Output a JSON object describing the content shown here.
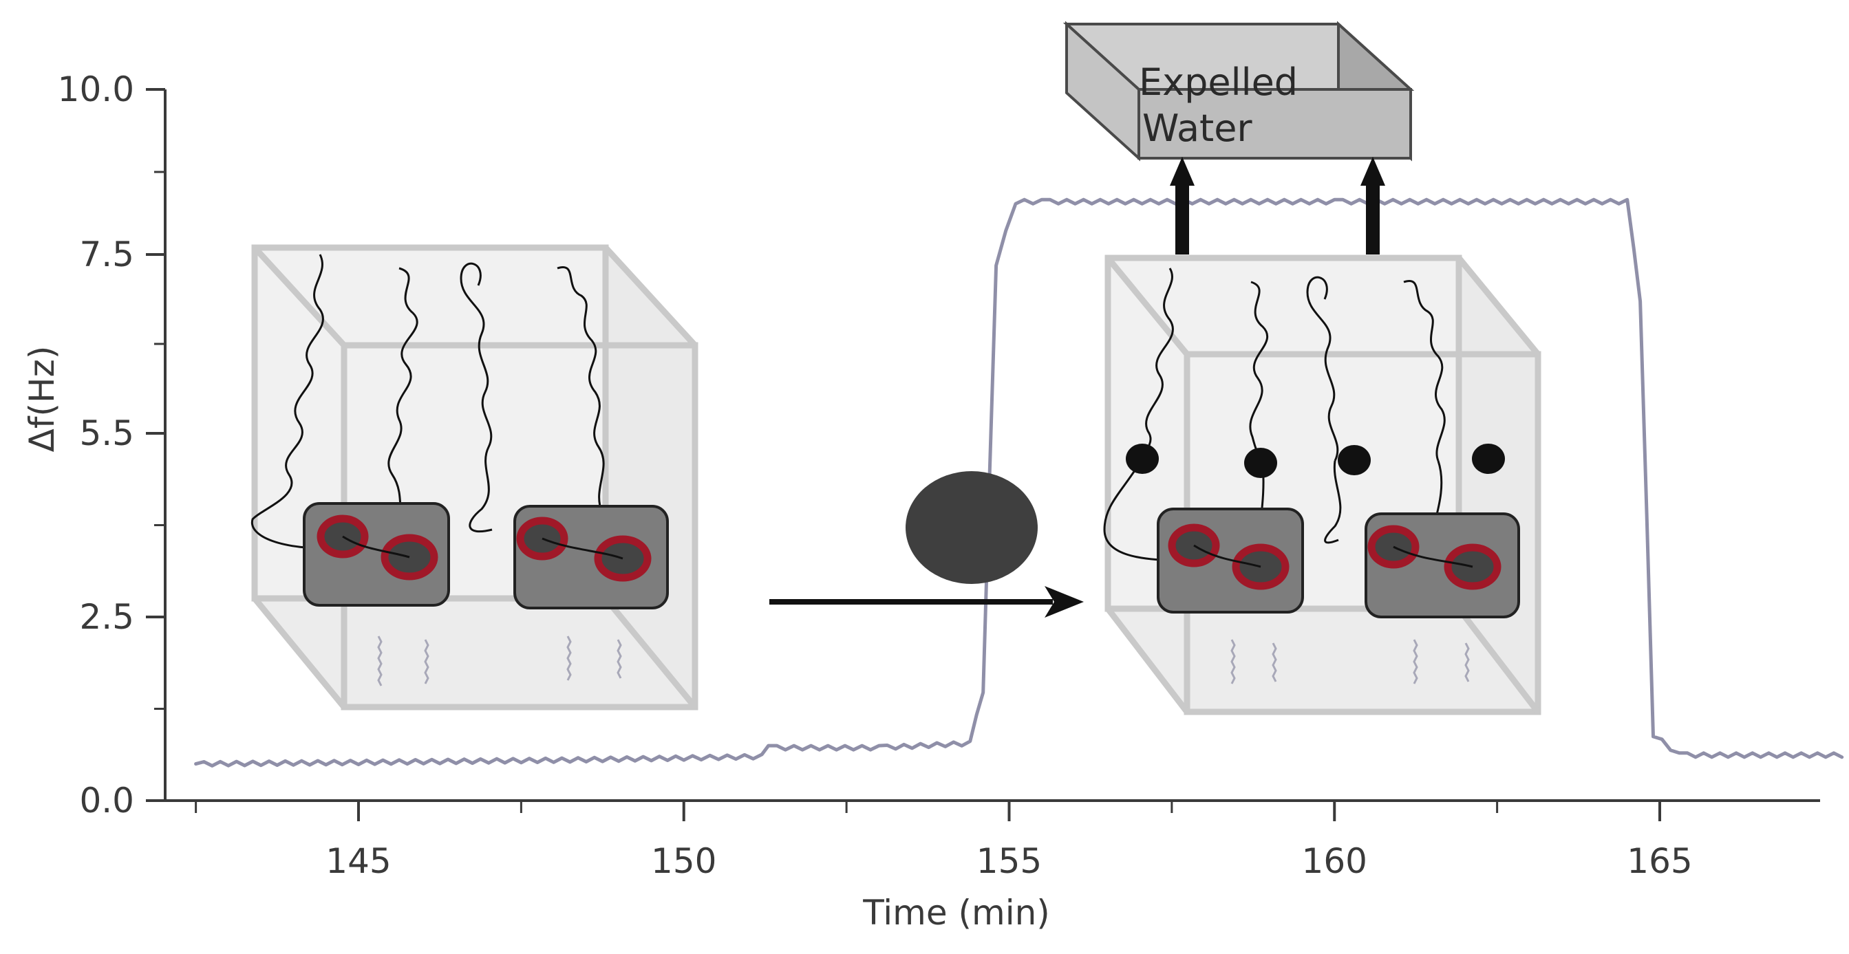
{
  "chart_data": {
    "type": "line",
    "title": "",
    "xlabel": "Time (min)",
    "ylabel": "Δf(Hz)",
    "xlim": [
      142.5,
      167.8
    ],
    "ylim": [
      0,
      10
    ],
    "x_ticks": [
      145,
      150,
      155,
      160,
      165
    ],
    "x_tick_labels": [
      "145",
      "150",
      "155",
      "160",
      "165"
    ],
    "y_ticks": [
      0,
      2.5,
      5.5,
      7.5,
      10
    ],
    "y_tick_labels": [
      "0.0",
      "2.5",
      "5.5",
      "7.5",
      "10.0"
    ],
    "grid": false,
    "legend": "none",
    "series": [
      {
        "color": "#8f8fa8",
        "x": [
          142.5,
          145,
          148,
          150,
          151.2,
          151.3,
          153,
          154.4,
          154.6,
          154.8,
          155.1,
          155.5,
          160,
          164.5,
          164.7,
          164.9,
          165.3,
          167.8
        ],
        "y": [
          0.5,
          0.52,
          0.55,
          0.58,
          0.6,
          0.72,
          0.72,
          0.78,
          1.5,
          7.4,
          8.3,
          8.3,
          8.3,
          8.3,
          7.0,
          0.9,
          0.62,
          0.62
        ]
      }
    ],
    "annotations": {
      "expelled_line1": "Expelled",
      "expelled_line2": "Water"
    },
    "colors": {
      "ring": "#a01828",
      "pad": "#7d7d7d",
      "ball": "#3f3f3f",
      "box_fill": "#bdbdbd"
    }
  }
}
